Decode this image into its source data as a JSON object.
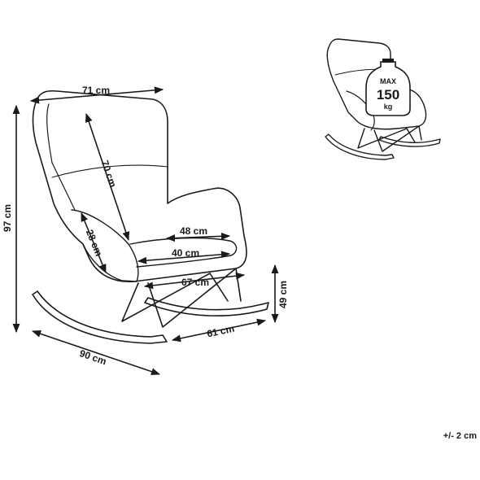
{
  "dimensions": {
    "width_top": "71 cm",
    "back_height": "70 cm",
    "total_height": "97 cm",
    "seat_width": "48 cm",
    "seat_depth": "40 cm",
    "backrest_side": "28 cm",
    "seat_front_width": "67 cm",
    "seat_height": "49 cm",
    "rocker_width": "61 cm",
    "rocker_length": "90 cm"
  },
  "max_load": {
    "line1": "MAX",
    "line2": "150",
    "line3": "kg"
  },
  "tolerance": "+/- 2 cm"
}
